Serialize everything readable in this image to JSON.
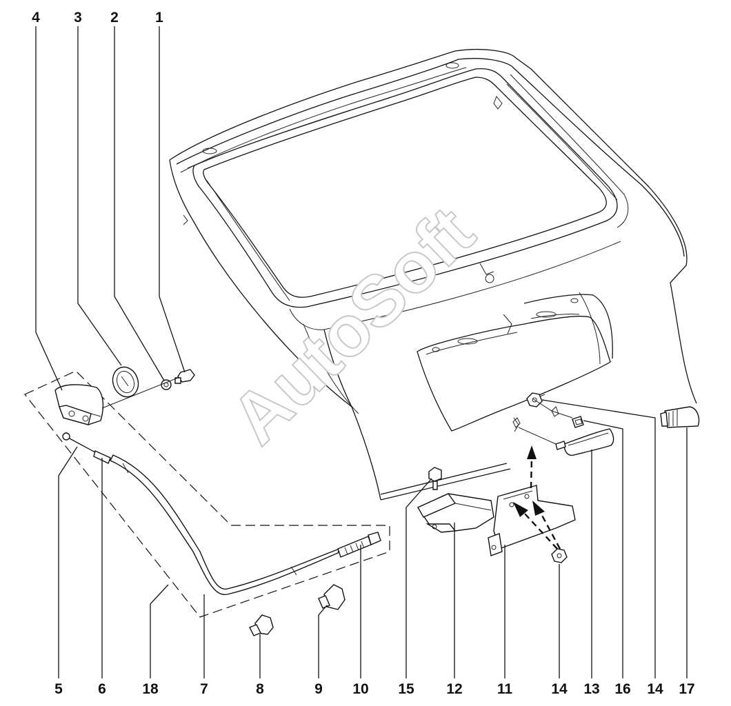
{
  "watermark": "AutoSoft",
  "colors": {
    "line": "#111111",
    "background": "#ffffff",
    "watermark": "#c8c8c8"
  },
  "callouts": [
    {
      "id": "1",
      "text": "1"
    },
    {
      "id": "2",
      "text": "2"
    },
    {
      "id": "3",
      "text": "3"
    },
    {
      "id": "4",
      "text": "4"
    },
    {
      "id": "5",
      "text": "5"
    },
    {
      "id": "6",
      "text": "6"
    },
    {
      "id": "18",
      "text": "18"
    },
    {
      "id": "7",
      "text": "7"
    },
    {
      "id": "8",
      "text": "8"
    },
    {
      "id": "9",
      "text": "9"
    },
    {
      "id": "10",
      "text": "10"
    },
    {
      "id": "15",
      "text": "15"
    },
    {
      "id": "12",
      "text": "12"
    },
    {
      "id": "11",
      "text": "11"
    },
    {
      "id": "14a",
      "text": "14"
    },
    {
      "id": "13",
      "text": "13"
    },
    {
      "id": "16",
      "text": "16"
    },
    {
      "id": "14b",
      "text": "14"
    },
    {
      "id": "17",
      "text": "17"
    }
  ]
}
